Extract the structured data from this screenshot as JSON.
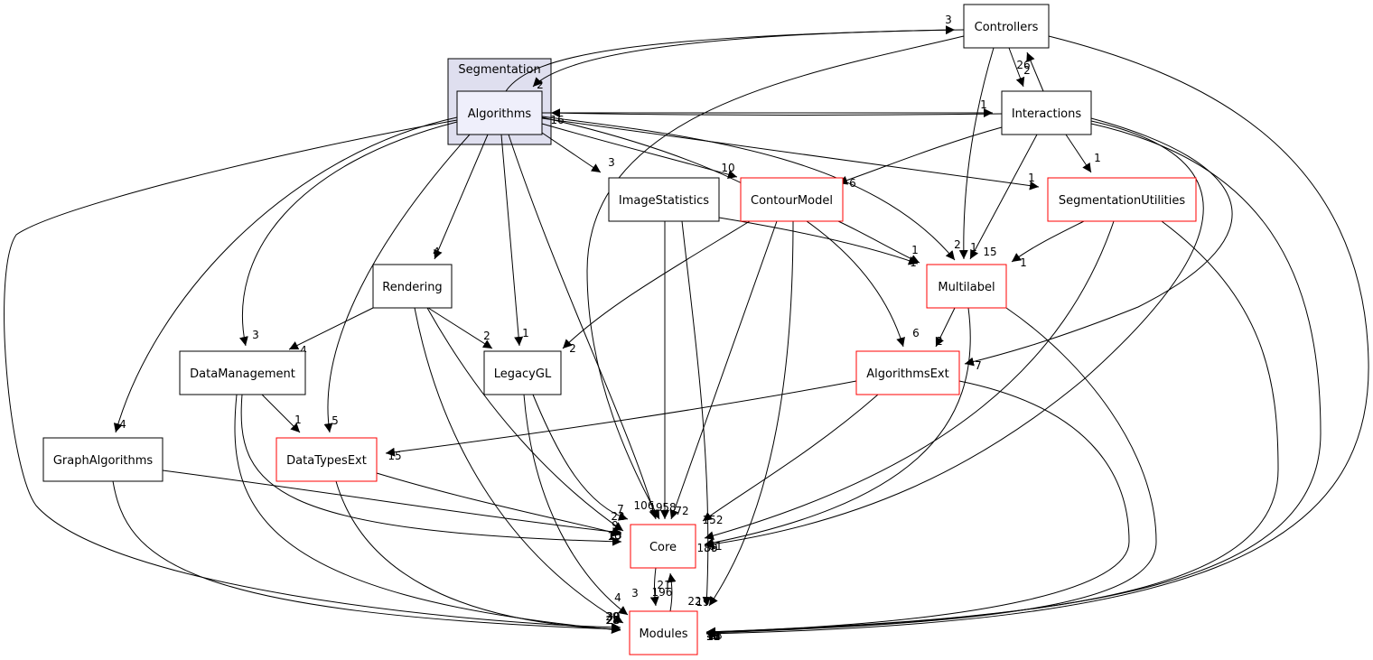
{
  "diagram": {
    "cluster": {
      "id": "segmentation",
      "label": "Segmentation",
      "fill": "#dfdfef",
      "stroke": "#000000"
    },
    "nodes": [
      {
        "id": "algorithms",
        "label": "Algorithms",
        "style": "focus",
        "fill": "#efeffb",
        "stroke": "#000000"
      },
      {
        "id": "controllers",
        "label": "Controllers",
        "style": "plain",
        "stroke": "#000000"
      },
      {
        "id": "interactions",
        "label": "Interactions",
        "style": "plain",
        "stroke": "#000000"
      },
      {
        "id": "imagestatistics",
        "label": "ImageStatistics",
        "style": "plain",
        "stroke": "#000000"
      },
      {
        "id": "contourmodel",
        "label": "ContourModel",
        "style": "external",
        "stroke": "#ff0000"
      },
      {
        "id": "segmentationutilities",
        "label": "SegmentationUtilities",
        "style": "external",
        "stroke": "#ff0000"
      },
      {
        "id": "rendering",
        "label": "Rendering",
        "style": "plain",
        "stroke": "#000000"
      },
      {
        "id": "multilabel",
        "label": "Multilabel",
        "style": "external",
        "stroke": "#ff0000"
      },
      {
        "id": "datamanagement",
        "label": "DataManagement",
        "style": "plain",
        "stroke": "#000000"
      },
      {
        "id": "legacygl",
        "label": "LegacyGL",
        "style": "plain",
        "stroke": "#000000"
      },
      {
        "id": "algorithmsext",
        "label": "AlgorithmsExt",
        "style": "external",
        "stroke": "#ff0000"
      },
      {
        "id": "graphalgorithms",
        "label": "GraphAlgorithms",
        "style": "plain",
        "stroke": "#000000"
      },
      {
        "id": "datatypesext",
        "label": "DataTypesExt",
        "style": "external",
        "stroke": "#ff0000"
      },
      {
        "id": "core",
        "label": "Core",
        "style": "external",
        "stroke": "#ff0000"
      },
      {
        "id": "modules",
        "label": "Modules",
        "style": "external",
        "stroke": "#ff0000"
      }
    ],
    "edges": [
      {
        "from": "algorithms",
        "to": "controllers",
        "label": "3"
      },
      {
        "from": "controllers",
        "to": "algorithms",
        "label": "2"
      },
      {
        "from": "interactions",
        "to": "algorithms",
        "label": "16"
      },
      {
        "from": "algorithms",
        "to": "interactions",
        "label": "1"
      },
      {
        "from": "controllers",
        "to": "interactions",
        "label": "2"
      },
      {
        "from": "interactions",
        "to": "controllers",
        "label": "26"
      },
      {
        "from": "algorithms",
        "to": "imagestatistics",
        "label": "3"
      },
      {
        "from": "algorithms",
        "to": "contourmodel",
        "label": "10"
      },
      {
        "from": "algorithms",
        "to": "segmentationutilities",
        "label": "1"
      },
      {
        "from": "algorithms",
        "to": "algorithmsext",
        "label": "6"
      },
      {
        "from": "algorithms",
        "to": "multilabel",
        "label": "2"
      },
      {
        "from": "algorithms",
        "to": "rendering",
        "label": "4"
      },
      {
        "from": "algorithms",
        "to": "datamanagement",
        "label": "3"
      },
      {
        "from": "algorithms",
        "to": "legacygl",
        "label": "1"
      },
      {
        "from": "algorithms",
        "to": "datatypesext",
        "label": "5"
      },
      {
        "from": "algorithms",
        "to": "graphalgorithms",
        "label": "4"
      },
      {
        "from": "algorithms",
        "to": "core",
        "label": "106"
      },
      {
        "from": "algorithms",
        "to": "modules",
        "label": "30"
      },
      {
        "from": "controllers",
        "to": "multilabel",
        "label": "1"
      },
      {
        "from": "controllers",
        "to": "core",
        "label": "19"
      },
      {
        "from": "controllers",
        "to": "modules",
        "label": "18"
      },
      {
        "from": "interactions",
        "to": "contourmodel",
        "label": "6"
      },
      {
        "from": "interactions",
        "to": "segmentationutilities",
        "label": "1"
      },
      {
        "from": "interactions",
        "to": "multilabel",
        "label": "15"
      },
      {
        "from": "interactions",
        "to": "algorithmsext",
        "label": "7"
      },
      {
        "from": "interactions",
        "to": "core",
        "label": "61"
      },
      {
        "from": "interactions",
        "to": "modules",
        "label": "38"
      },
      {
        "from": "imagestatistics",
        "to": "multilabel",
        "label": "1"
      },
      {
        "from": "imagestatistics",
        "to": "core",
        "label": "58"
      },
      {
        "from": "imagestatistics",
        "to": "modules",
        "label": "22"
      },
      {
        "from": "contourmodel",
        "to": "multilabel",
        "label": "1"
      },
      {
        "from": "contourmodel",
        "to": "legacygl",
        "label": "2"
      },
      {
        "from": "contourmodel",
        "to": "core",
        "label": "72"
      },
      {
        "from": "contourmodel",
        "to": "modules",
        "label": "19"
      },
      {
        "from": "segmentationutilities",
        "to": "multilabel",
        "label": "1"
      },
      {
        "from": "segmentationutilities",
        "to": "core",
        "label": "186"
      },
      {
        "from": "segmentationutilities",
        "to": "modules",
        "label": "10"
      },
      {
        "from": "rendering",
        "to": "datamanagement",
        "label": "4"
      },
      {
        "from": "rendering",
        "to": "legacygl",
        "label": "2"
      },
      {
        "from": "rendering",
        "to": "core",
        "label": "22"
      },
      {
        "from": "rendering",
        "to": "modules",
        "label": "4"
      },
      {
        "from": "multilabel",
        "to": "algorithmsext",
        "label": "2"
      },
      {
        "from": "multilabel",
        "to": "core",
        "label": "39"
      },
      {
        "from": "multilabel",
        "to": "modules",
        "label": "12"
      },
      {
        "from": "datamanagement",
        "to": "datatypesext",
        "label": "1"
      },
      {
        "from": "datamanagement",
        "to": "core",
        "label": "10"
      },
      {
        "from": "datamanagement",
        "to": "modules",
        "label": "28"
      },
      {
        "from": "legacygl",
        "to": "core",
        "label": "7"
      },
      {
        "from": "legacygl",
        "to": "modules",
        "label": "3"
      },
      {
        "from": "algorithmsext",
        "to": "datatypesext",
        "label": "15"
      },
      {
        "from": "algorithmsext",
        "to": "core",
        "label": "152"
      },
      {
        "from": "algorithmsext",
        "to": "modules",
        "label": "48"
      },
      {
        "from": "graphalgorithms",
        "to": "core",
        "label": "9"
      },
      {
        "from": "graphalgorithms",
        "to": "modules",
        "label": "29"
      },
      {
        "from": "datatypesext",
        "to": "core",
        "label": "13"
      },
      {
        "from": "datatypesext",
        "to": "modules",
        "label": "26"
      },
      {
        "from": "core",
        "to": "modules",
        "label": "196"
      },
      {
        "from": "modules",
        "to": "core",
        "label": "21"
      }
    ]
  }
}
